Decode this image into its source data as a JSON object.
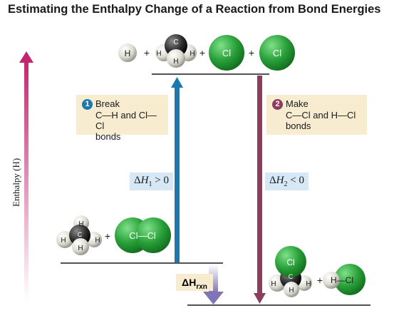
{
  "title": "Estimating the Enthalpy Change of a Reaction from Bond Energies",
  "y_axis_label": "Enthalpy (H)",
  "top_state": {
    "atoms": [
      "H",
      "C",
      "H",
      "H",
      "H",
      "Cl",
      "Cl"
    ],
    "plus": "+"
  },
  "break_step": {
    "number": "1",
    "line1": "Break",
    "line2": "C—H and Cl—Cl",
    "line3": "bonds"
  },
  "make_step": {
    "number": "2",
    "line1": "Make",
    "line2": "C—Cl and H—Cl",
    "line3": "bonds"
  },
  "delta_h1": {
    "symbol": "Δ",
    "var": "H",
    "sub": "1",
    "rel": "> 0"
  },
  "delta_h2": {
    "symbol": "Δ",
    "var": "H",
    "sub": "2",
    "rel": "< 0"
  },
  "delta_rxn": {
    "main": "ΔH",
    "sub": "rxn"
  },
  "reactants": {
    "methane_atoms": [
      "H",
      "H",
      "C",
      "H",
      "H"
    ],
    "chlorine": "Cl—Cl",
    "plus": "+"
  },
  "products": {
    "chloromethane_atoms": [
      "Cl",
      "C",
      "H",
      "H",
      "H"
    ],
    "hcl": "H—Cl",
    "plus": "+"
  },
  "colors": {
    "up_arrow": "#1a7ab0",
    "down_arrow": "#8c3d5e",
    "rxn_arrow": "#7f74b5",
    "axis_arrow": "#c2266e",
    "chlorine": "#2aa13a",
    "carbon": "#2b2b2b",
    "hydrogen": "#e8e8e0"
  }
}
